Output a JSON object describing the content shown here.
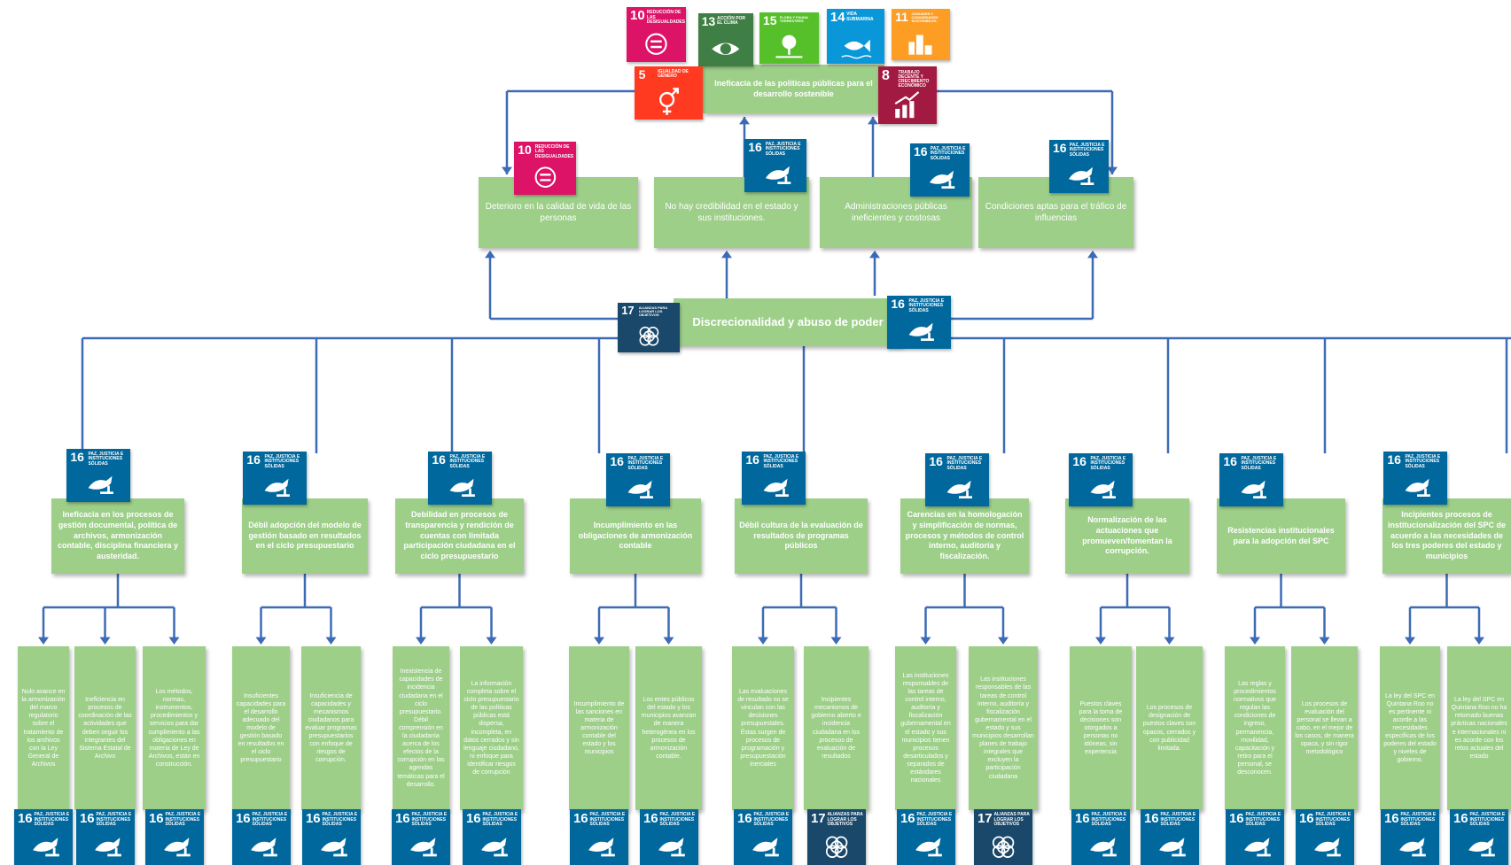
{
  "goals": {
    "g5": {
      "num": "5",
      "label": "IGUALDAD DE GÉNERO",
      "color": "#ff3a21",
      "icon": "gender-equality-icon"
    },
    "g8": {
      "num": "8",
      "label": "TRABAJO DECENTE Y CRECIMIENTO ECONÓMICO",
      "color": "#a21942",
      "icon": "economic-growth-icon"
    },
    "g10": {
      "num": "10",
      "label": "REDUCCIÓN DE LAS DESIGUALDADES",
      "color": "#dd1367",
      "icon": "reduced-inequalities-icon"
    },
    "g11": {
      "num": "11",
      "label": "CIUDADES Y COMUNIDADES SOSTENIBLES",
      "color": "#fd9d24",
      "icon": "sustainable-cities-icon"
    },
    "g13": {
      "num": "13",
      "label": "ACCIÓN POR EL CLIMA",
      "color": "#3f7e44",
      "icon": "climate-eye-icon"
    },
    "g14": {
      "num": "14",
      "label": "VIDA SUBMARINA",
      "color": "#0a97d9",
      "icon": "fish-icon"
    },
    "g15": {
      "num": "15",
      "label": "FLORA Y FAUNA TERRESTRES",
      "color": "#56c02b",
      "icon": "tree-icon"
    },
    "g16": {
      "num": "16",
      "label": "PAZ, JUSTICIA E INSTITUCIONES SÓLIDAS",
      "color": "#00689d",
      "icon": "dove-gavel-icon"
    },
    "g17": {
      "num": "17",
      "label": "ALIANZAS PARA LOGRAR LOS OBJETIVOS",
      "color": "#19486a",
      "icon": "partnership-rings-icon"
    }
  },
  "top": {
    "text": "Ineficacia de las políticas públicas para el desarrollo sostenible"
  },
  "core": {
    "text": "Discrecionalidad y abuso de poder"
  },
  "effects": [
    {
      "text": "Deterioro en la calidad de vida de las personas"
    },
    {
      "text": "No hay credibilidad en el estado y sus instituciones."
    },
    {
      "text": "Administraciones públicas ineficientes y costosas"
    },
    {
      "text": "Condiciones aptas para el tráfico de influencias"
    }
  ],
  "causes": [
    {
      "text": "Ineficacia en los procesos de gestión documental, política de archivos, armonización contable, disciplina financiera y austeridad.",
      "subs": [
        "Nulo avance en la armonización del marco regulatorio sobre el tratamiento de los archivos con la Ley General de Archivos",
        "Ineficiencia en procesos de coordinación de las actividades que deben seguir los integrantes del Sistema Estatal de Archivo",
        "Los métodos, normas, instrumentos, procedimientos y servicios para dar cumplimiento a las obligaciones en materia de Ley de Archivos, están en construcción."
      ]
    },
    {
      "text": "Débil adopción del modelo de gestión basado en resultados en el ciclo presupuestario",
      "subs": [
        "Insuficientes capacidades para el desarrollo adecuado del modelo de gestión basado en resultados en el ciclo presupuestario",
        "Insuficiencia de capacidades y mecanismos ciudadanos para evaluar programas presupuestarios con enfoque de riesgos de corrupción."
      ]
    },
    {
      "text": "Debilidad en procesos de transparencia y rendición de cuentas con limitada participación ciudadana en el ciclo presupuestario",
      "subs": [
        "Inexistencia de capacidades de incidencia ciudadana en el ciclo presupuestario. Débil comprensión en la ciudadanía acerca de los efectos de la corrupción en las agendas temáticas para el desarrollo.",
        "La información completa sobre el ciclo presupuestario de las políticas públicas está dispersa, incompleta, en datos cerrados y sin lenguaje ciudadano, ni enfoque para identificar riesgos de corrupción"
      ]
    },
    {
      "text": "Incumplimiento en las obligaciones de armonización contable",
      "subs": [
        "Incumplimiento de las sanciones en materia de armonización contable del estado y los municipios",
        "Los entes públicos del estado y los municipios avanzan de manera heterogénea en los procesos de armonización contable."
      ]
    },
    {
      "text": "Débil cultura de la evaluación de resultados de programas públicos",
      "subs": [
        "Las evaluaciones de resultado no se vinculan con las decisiones presupuestales. Éstas surgen de procesos de programación y presupuestación inerciales",
        "Incipientes mecanismos de gobierno abierto e incidencia ciudadana en los procesos de evaluación de resultados"
      ]
    },
    {
      "text": "Carencias en la homologación y simplificación de normas, procesos y métodos de control interno, auditoría y fiscalización.",
      "subs": [
        "Las instituciones responsables de las tareas de control interno, auditoría y fiscalización gubernamental en el estado y sus municipios tienen procesos desarticulados y separados de estándares nacionales",
        "Las instituciones responsables de las tareas de control interno, auditoría y fiscalización gubernamental en el estado y sus municipios desarrollan planes de trabajo integrales que excluyen la participación ciudadana"
      ]
    },
    {
      "text": "Normalización de las actuaciones que promueven/fomentan la corrupción.",
      "subs": [
        "Puestos claves para la toma de decisiones son otorgados a personas no idóneas, sin experiencia",
        "Los procesos de designación de puestos claves son opacos, cerrados y con publicidad limitada."
      ]
    },
    {
      "text": "Resistencias institucionales para la adopción del SPC",
      "subs": [
        "Las reglas y procedimientos normativos que regulan las condiciones de ingreso, permanencia, movilidad, capacitación y retiro para el personal, se desconocen.",
        "Los procesos de evaluación del personal se llevan a cabo, en el mejor de los casos, de manera opaca, y sin rigor metodológico"
      ]
    },
    {
      "text": "Incipientes procesos de institucionalización del SPC de acuerdo a las necesidades de los tres poderes del estado y municipios",
      "subs": [
        "La ley del SPC en Quintana Roo no es pertinente ni acorde a las necesidades específicas de los poderes del estado y niveles de gobierno.",
        "La ley del SPC en Quintana Roo no ha retomado buenas prácticas nacionales e internacionales ni es acorde con los retos actuales del estado"
      ]
    }
  ]
}
